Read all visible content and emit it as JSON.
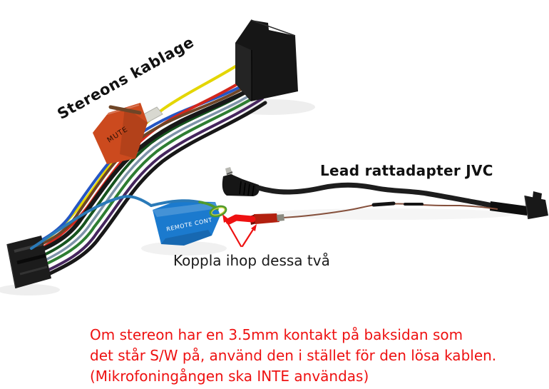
{
  "captions": {
    "harness": "Stereons kablage",
    "adapter": "Lead rattadapter JVC",
    "connect": "Koppla ihop dessa två"
  },
  "note": {
    "line1": "Om stereon har en 3.5mm kontakt på baksidan som",
    "line2": "det står S/W på, använd den i stället för den lösa kablen.",
    "line3": "(Mikrofoningången ska INTE användas)",
    "color": "#ee1111"
  },
  "tags": {
    "mute": {
      "text": "MUTE",
      "color": "#cc4a1e"
    },
    "remote": {
      "text": "REMOTE CONT",
      "color": "#1b7ace"
    }
  },
  "photo": {
    "background": "#ffffff",
    "arrow_color": "#ee1111",
    "connector_color": "#161616",
    "wire_colors": {
      "yellow": "#e4d602",
      "red": "#d4271c",
      "brown": "#6e4527",
      "dark_green": "#17541f",
      "green": "#2e7d32",
      "black": "#181818",
      "steel_blue": "#7d93a8",
      "purple": "#46265e",
      "blue": "#2456c4",
      "teal": "#2a7ab8",
      "loop_green": "#4f9a2d",
      "loop_yellow": "#cfd23d",
      "thin_wire": "#85503c",
      "crimp_red": "#b2200f",
      "adapter_cable": "#1d1d1d"
    }
  }
}
